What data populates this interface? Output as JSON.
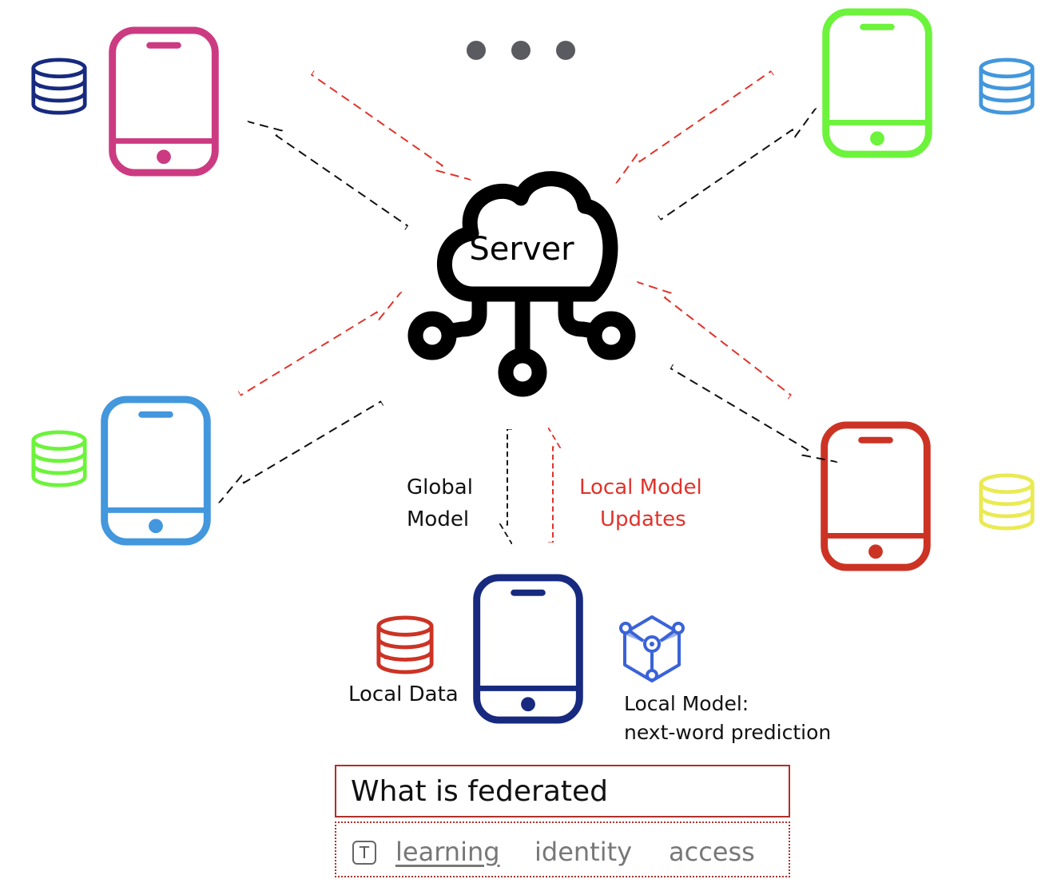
{
  "server": {
    "label": "Server"
  },
  "flow": {
    "global_model": [
      "Global",
      "Model"
    ],
    "local_updates": [
      "Local Model",
      "Updates"
    ]
  },
  "local": {
    "data_label": "Local Data",
    "model_label": [
      "Local Model:",
      "next-word prediction"
    ]
  },
  "search": {
    "query": "What is federated",
    "suggestions": [
      "learning",
      "identity",
      "access"
    ],
    "suggestion_icon": "text-icon"
  },
  "colors": {
    "pink": "#cc3b82",
    "green": "#6cf33b",
    "blue": "#4297dd",
    "red": "#cc3324",
    "navy": "#172a7f",
    "yellow": "#eaea53",
    "arrow_red": "#e0332b",
    "arrow_black": "#111111"
  }
}
